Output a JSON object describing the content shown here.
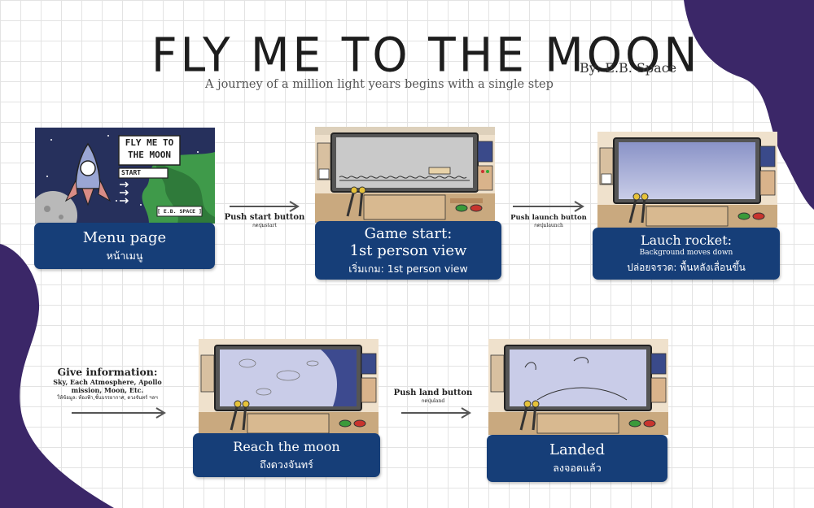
{
  "header": {
    "title": "FLY ME TO THE MOON",
    "byline": "By: E.B. Space",
    "subtitle": "A journey of a million light years begins with a single step"
  },
  "menu_screen": {
    "logo_line1": "FLY ME TO",
    "logo_line2": "THE MOON",
    "start_label": "START",
    "credit": "[ E.B. SPACE ]"
  },
  "cards": {
    "menu": {
      "title": "Menu page",
      "thai": "หน้าเมนู"
    },
    "game_start": {
      "title_line1": "Game start:",
      "title_line2": "1st person view",
      "thai": "เริ่มเกม: 1st person view"
    },
    "launch": {
      "title": "Lauch rocket:",
      "detail": "Background moves down",
      "thai": "ปล่อยจรวด: พื้นหลังเลื่อนขึ้น"
    },
    "reach": {
      "title": "Reach the moon",
      "thai": "ถึงดวงจันทร์"
    },
    "landed": {
      "title": "Landed",
      "thai": "ลงจอดแล้ว"
    }
  },
  "arrows": {
    "start": {
      "label": "Push start button",
      "thai": "กดปุ่มstart"
    },
    "launch": {
      "label": "Push launch button",
      "thai": "กดปุ่มlaunch"
    },
    "land": {
      "label": "Push land button",
      "thai": "กดปุ่มland"
    }
  },
  "info": {
    "heading": "Give information:",
    "body": "Sky, Each Atmosphere, Apollo mission, Moon, Etc.",
    "thai": "ให้ข้อมูล: ท้องฟ้า,ชั้นบรรยากาศ, ดวงจันทร์ ฯลฯ"
  },
  "colors": {
    "card_blue": "#163e78",
    "blob_purple": "#3b2768",
    "background": "#ffffff"
  }
}
